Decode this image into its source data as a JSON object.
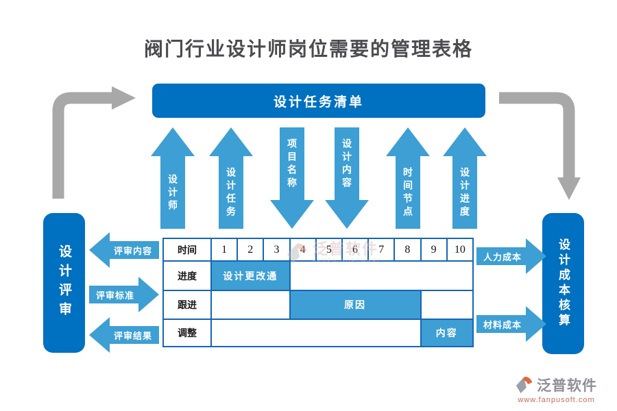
{
  "title": "阀门行业设计师岗位需要的管理表格",
  "banner": {
    "label": "设计任务清单"
  },
  "flow_arrows": [
    {
      "label": "设计师",
      "direction": "up"
    },
    {
      "label": "设计任务",
      "direction": "up"
    },
    {
      "label": "项目名称",
      "direction": "down"
    },
    {
      "label": "设计内容",
      "direction": "down"
    },
    {
      "label": "时间节点",
      "direction": "up"
    },
    {
      "label": "设计进度",
      "direction": "up"
    }
  ],
  "left_panel": {
    "label": "设计评审",
    "arrows": [
      {
        "label": "评审内容",
        "direction": "left"
      },
      {
        "label": "评审标准",
        "direction": "right"
      },
      {
        "label": "评审结果",
        "direction": "left"
      }
    ]
  },
  "right_panel": {
    "label": "设计成本核算",
    "arrows": [
      {
        "label": "人力成本",
        "direction": "right"
      },
      {
        "label": "材料成本",
        "direction": "right"
      }
    ]
  },
  "table": {
    "corner_label": "时间",
    "columns": [
      "1",
      "2",
      "3",
      "4",
      "5",
      "6",
      "7",
      "8",
      "9",
      "10"
    ],
    "rows": [
      {
        "label": "进度",
        "highlight": "设计更改通",
        "highlight_span": "columns 1-3"
      },
      {
        "label": "跟进",
        "highlight": "原因",
        "highlight_span": "columns 4-8"
      },
      {
        "label": "调整",
        "highlight": "内容",
        "highlight_span": "columns 9-10"
      }
    ]
  },
  "watermark": {
    "text": "泛普软件",
    "subtext": "FANPU SOFTWARE"
  },
  "footer_logo": {
    "text": "泛普软件",
    "url": "www.fanpusoft.com"
  },
  "colors": {
    "primary_blue": "#0070c0",
    "light_blue": "#3d9fd4",
    "table_border": "#1565b4",
    "gray_arrow": "#a8a8a8",
    "title_gray": "#4b4b50"
  }
}
